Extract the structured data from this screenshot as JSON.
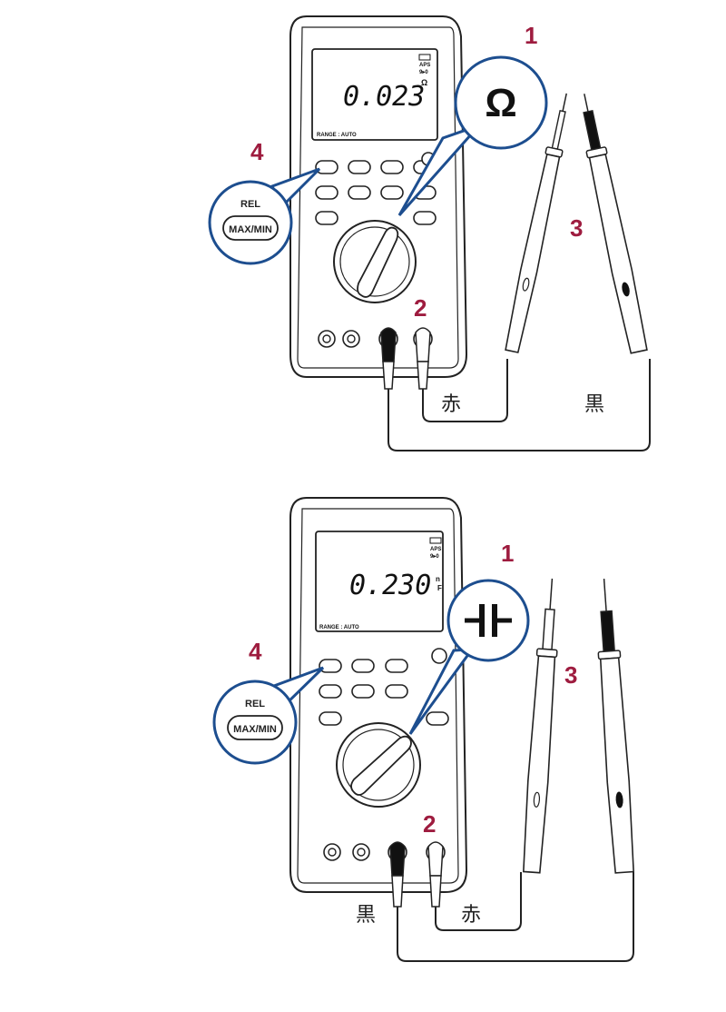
{
  "diagrams": [
    {
      "display_value": "0.023",
      "display_unit": "Ω",
      "range_text": "RANGE : AUTO",
      "status_aps": "APS",
      "status_icon": "9▸0",
      "callout_symbol": "Ω",
      "callout_symbol_icon": "ohm-symbol-icon",
      "button_rel": "REL",
      "button_maxmin": "MAX/MIN",
      "step1": "1",
      "step2": "2",
      "step3": "3",
      "step4": "4",
      "red_lead_label": "赤",
      "black_lead_label": "黒"
    },
    {
      "display_value": "0.230",
      "display_unit_top": "n",
      "display_unit_bottom": "F",
      "range_text": "RANGE : AUTO",
      "status_aps": "APS",
      "status_icon": "9▸0",
      "callout_symbol_icon": "capacitor-symbol-icon",
      "button_rel": "REL",
      "button_maxmin": "MAX/MIN",
      "step1": "1",
      "step2": "2",
      "step3": "3",
      "step4": "4",
      "red_lead_label": "赤",
      "black_lead_label": "黒"
    }
  ],
  "colors": {
    "callout_blue": "#1d4e8f",
    "step_number_red": "#9e1c3f",
    "line": "#222222"
  }
}
